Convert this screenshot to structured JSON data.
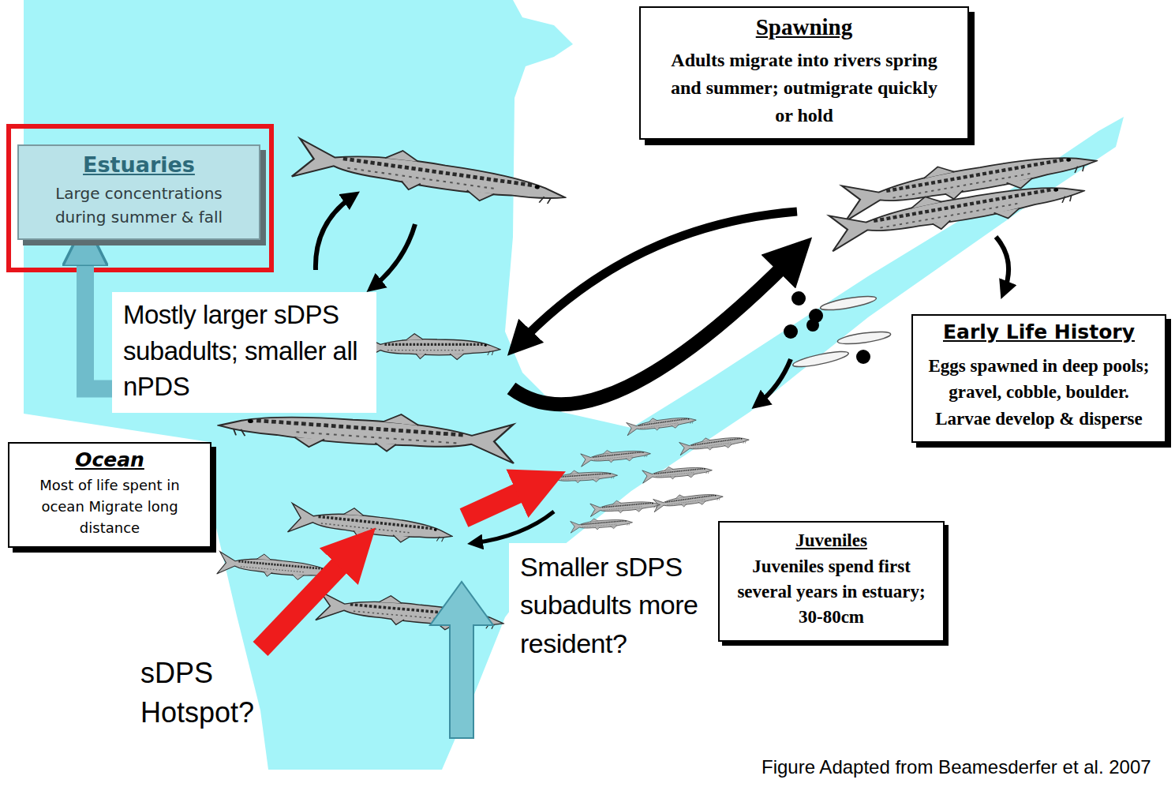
{
  "diagram": {
    "caption": "Figure Adapted from Beamesderfer et al. 2007",
    "nodes": [
      {
        "text": [
          "Estuaries",
          "Large concentrations during summer & fall"
        ]
      },
      {
        "text": [
          "Spawning",
          "Adults migrate into rivers spring and summer; outmigrate quickly or hold"
        ]
      },
      {
        "text": [
          "Early Life History",
          "Eggs spawned in deep pools; gravel, cobble, boulder. Larvae develop & disperse"
        ]
      },
      {
        "text": [
          "Mostly larger sDPS subadults; smaller all nPDS"
        ]
      },
      {
        "text": [
          "Ocean",
          "Most of life spent in ocean Migrate long distance"
        ]
      },
      {
        "text": [
          "Smaller sDPS subadults more resident?"
        ]
      },
      {
        "text": [
          "Juveniles",
          "Juveniles spend first several years in estuary; 30-80cm"
        ]
      }
    ],
    "edges": [
      {
        "from": 3,
        "to": 0,
        "arrow": "to"
      }
    ],
    "labels": [
      "sDPS Hotspot?"
    ]
  }
}
